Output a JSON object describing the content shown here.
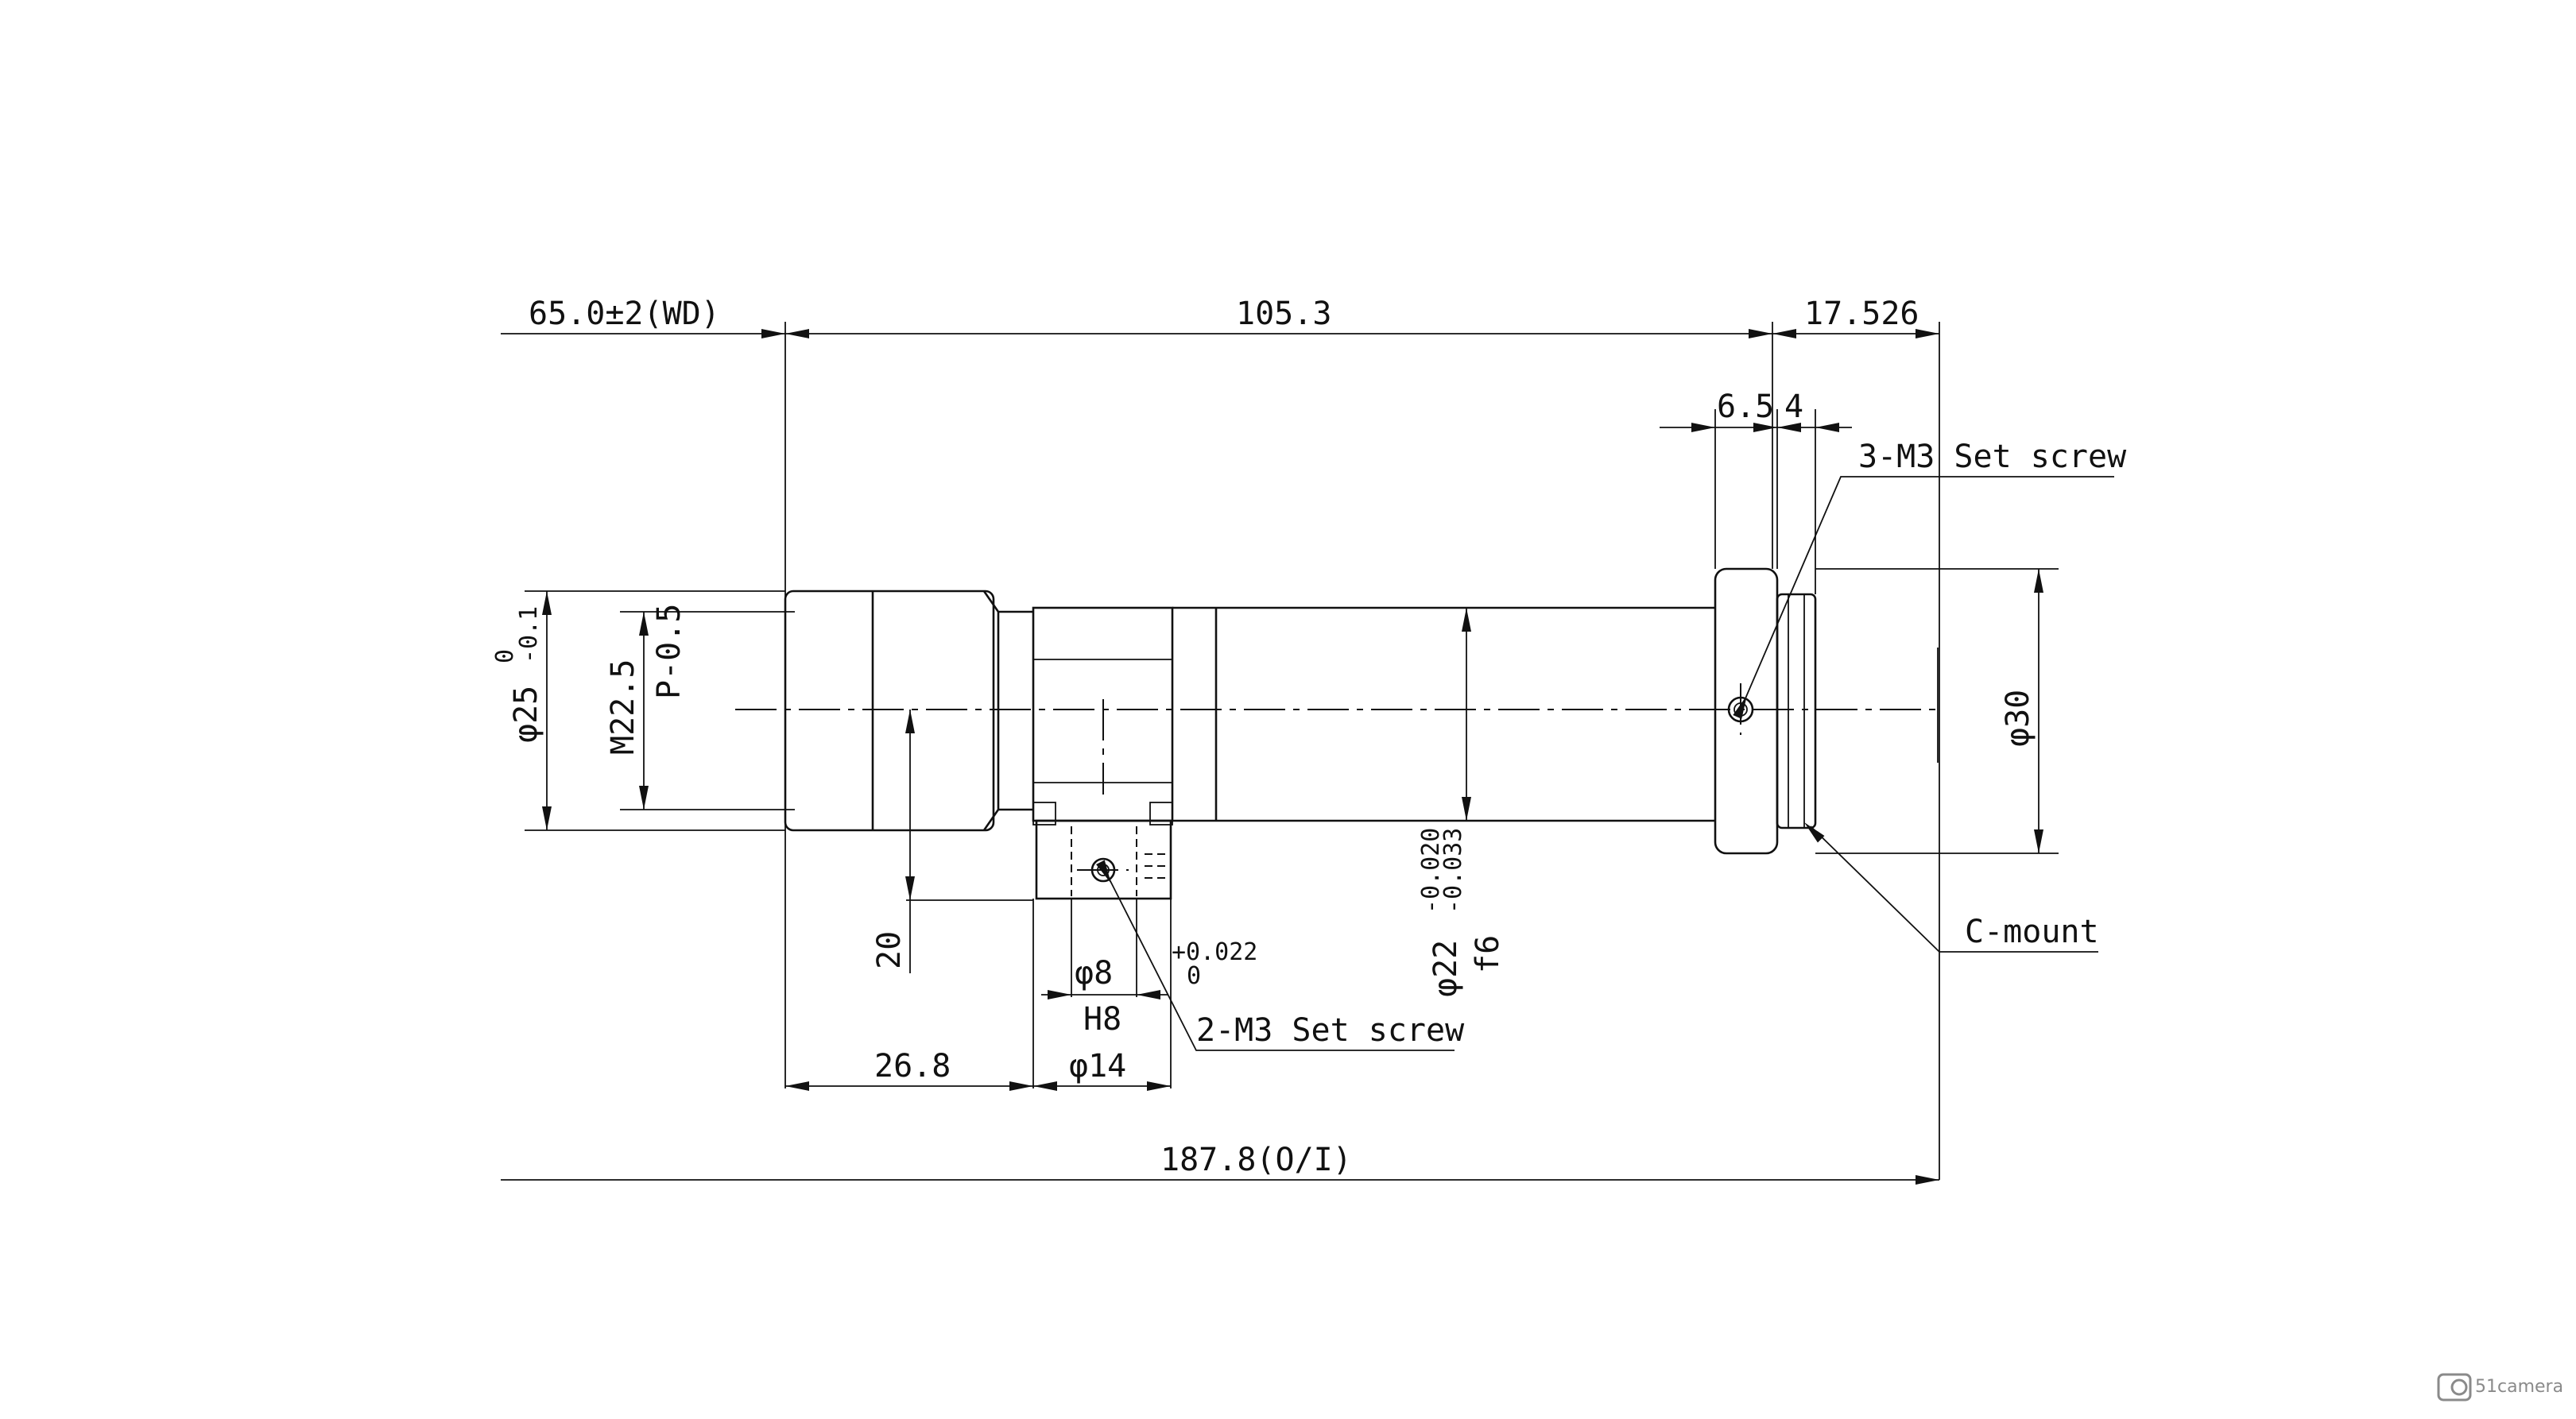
{
  "dimensions": {
    "working_distance": "65.0±2(WD)",
    "body_length": "105.3",
    "flange_back": "17.526",
    "flange_width": "6.5",
    "ring_width": "4",
    "front_diameter": "φ25",
    "front_tol_upper": "0",
    "front_tol_lower": "-0.1",
    "filter_thread": "M22.5",
    "thread_pitch": "P-0.5",
    "rear_diameter": "φ30",
    "mount_height": "20",
    "pin_diameter": "φ8",
    "pin_tol_upper": "+0.022",
    "pin_tol_lower": "0",
    "pin_fit": "H8",
    "boss_diameter": "φ14",
    "boss_offset": "26.8",
    "tube_diameter": "φ22",
    "tube_tol_upper": "-0.020",
    "tube_tol_lower": "-0.033",
    "tube_fit": "f6",
    "total_length": "187.8(O/I)"
  },
  "callouts": {
    "rear_screw": "3-M3 Set screw",
    "mount_screw": "2-M3 Set screw",
    "mount_type": "C-mount"
  },
  "watermark": {
    "brand": "51camera"
  }
}
